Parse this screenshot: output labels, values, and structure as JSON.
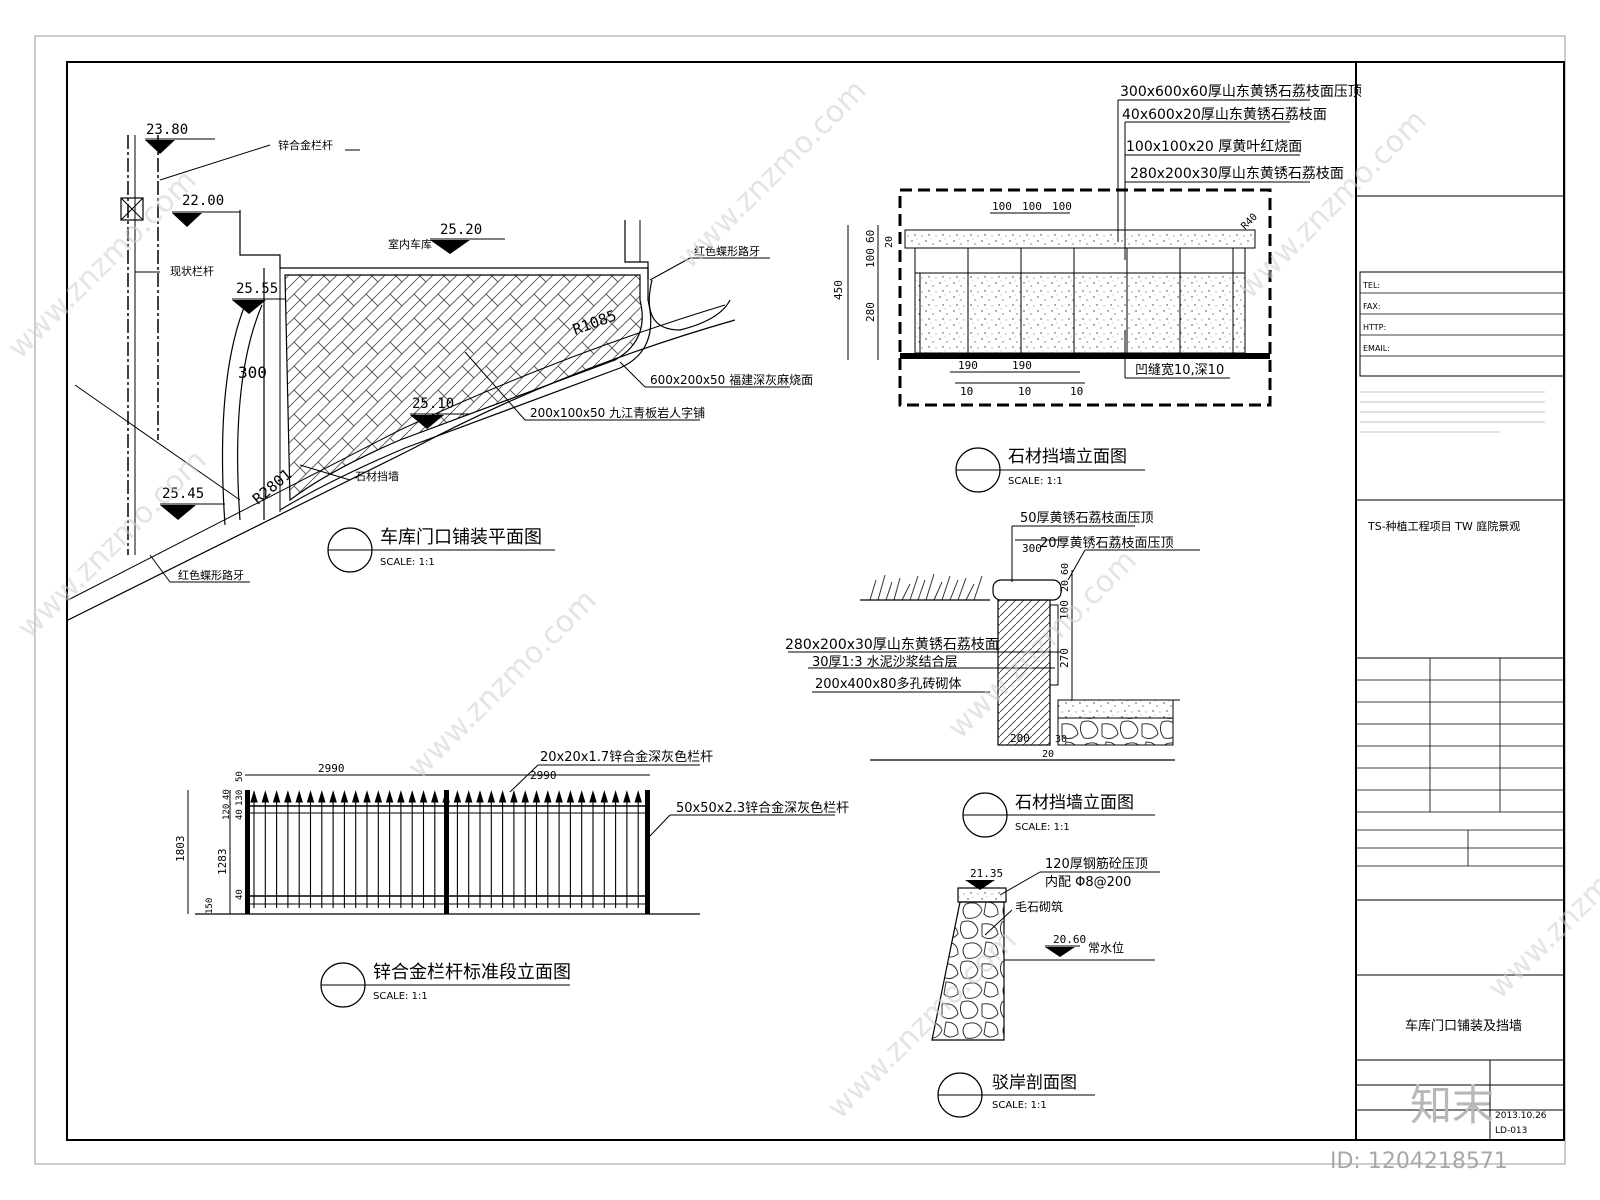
{
  "plan": {
    "title": "车库门口铺装平面图",
    "scale": "SCALE: 1:1",
    "elev_2380": "23.80",
    "elev_2200": "22.00",
    "elev_2520": "25.20",
    "elev_2555": "25.55",
    "elev_2510": "25.10",
    "elev_2545": "25.45",
    "dim_300": "300",
    "radius_1085": "R1085",
    "radius_2801": "R2801",
    "label_railing": "锌合金栏杆",
    "label_existing_railing": "现状栏杆",
    "label_garage": "室内车库",
    "label_red_curb_top": "红色蝶形路牙",
    "label_red_curb_bottom": "红色蝶形路牙",
    "label_paving_600": "600x200x50 福建深灰麻烧面",
    "label_paving_200": "200x100x50 九江青板岩人字铺",
    "label_stone_wall": "石材挡墙"
  },
  "wall_elev1": {
    "title": "石材挡墙立面图",
    "scale": "SCALE: 1:1",
    "note1": "300x600x60厚山东黄锈石荔枝面压顶",
    "note2": "40x600x20厚山东黄锈石荔枝面",
    "note3": "100x100x20 厚黄叶红烧面",
    "note4": "280x200x30厚山东黄锈石荔枝面",
    "note5": "凹缝宽10,深10",
    "dim_100a": "100",
    "dim_100b": "100",
    "dim_100c": "100",
    "dim_450": "450",
    "dim_280": "280",
    "dim_100v": "100",
    "dim_60": "60",
    "dim_20": "20",
    "dim_190a": "190",
    "dim_190b": "190",
    "dim_10a": "10",
    "dim_10b": "10",
    "dim_10c": "10",
    "dim_r40": "R40"
  },
  "wall_elev2": {
    "title": "石材挡墙立面图",
    "scale": "SCALE: 1:1",
    "note1": "50厚黄锈石荔枝面压顶",
    "note2": "20厚黄锈石荔枝面压顶",
    "note3": "280x200x30厚山东黄锈石荔枝面",
    "note4": "30厚1:3 水泥沙浆结合层",
    "note5": "200x400x80多孔砖砌体",
    "dim_300": "300",
    "dim_200": "200",
    "dim_30": "30",
    "dim_20": "20",
    "dim_270": "270",
    "dim_100": "100",
    "dim_20b": "20",
    "dim_60": "60"
  },
  "fence": {
    "title": "锌合金栏杆标准段立面图",
    "scale": "SCALE: 1:1",
    "note1": "20x20x1.7锌合金深灰色栏杆",
    "note2": "50x50x2.3锌合金深灰色栏杆",
    "dim_2990a": "2990",
    "dim_2990b": "2990",
    "dim_1803": "1803",
    "dim_1283": "1283",
    "dim_50": "50",
    "dim_130": "130",
    "dim_40a": "40",
    "dim_120": "120",
    "dim_40b": "40",
    "dim_40c": "40",
    "dim_150": "150"
  },
  "revetment": {
    "title": "驳岸剖面图",
    "scale": "SCALE: 1:1",
    "elev_2135": "21.35",
    "elev_2060": "20.60",
    "note1": "120厚钢筋砼压顶",
    "note2": "内配 Φ8@200",
    "note3": "毛石砌筑",
    "note4": "常水位"
  },
  "title_block": {
    "rows": [
      "TEL:",
      "FAX:",
      "HTTP:",
      "EMAIL:"
    ],
    "project_block": "TS-种植工程项目 TW 庭院景观",
    "drawing_title": "车库门口铺装及挡墙",
    "date": "2013.10.26",
    "drawing_no": "LD-013"
  },
  "watermark": {
    "text": "www.znzmo.com",
    "logo": "知末",
    "id": "ID: 1204218571"
  }
}
